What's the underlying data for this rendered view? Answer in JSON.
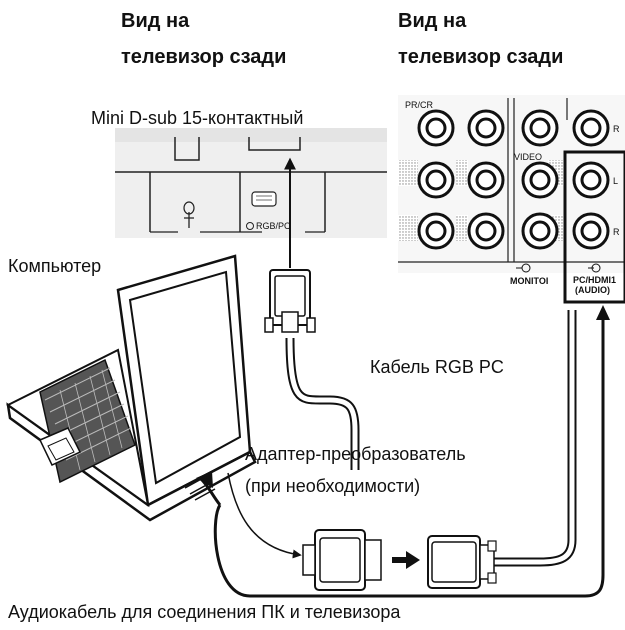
{
  "headings": {
    "left_line1": "Вид на",
    "left_line2": "телевизор сзади",
    "right_line1": "Вид на",
    "right_line2": "телевизор сзади"
  },
  "labels": {
    "connector": "Mini D-sub 15-контактный",
    "computer": "Компьютер",
    "rgb_cable": "Кабель RGB PC",
    "adapter_line1": "Адаптер-преобразователь",
    "adapter_line2": "(при необходимости)",
    "audio_cable": "Аудиокабель для соединения ПК и телевизора"
  },
  "panel": {
    "port_rgb": "RGB/PC",
    "pr_cr": "PR/CR",
    "video": "VIDEO",
    "jack_r_top": "R",
    "jack_l": "L",
    "jack_r_bottom": "R",
    "monitor": "MONITOI",
    "pc_hdmi": "PC/HDMI1",
    "audio": "(AUDIO)"
  }
}
